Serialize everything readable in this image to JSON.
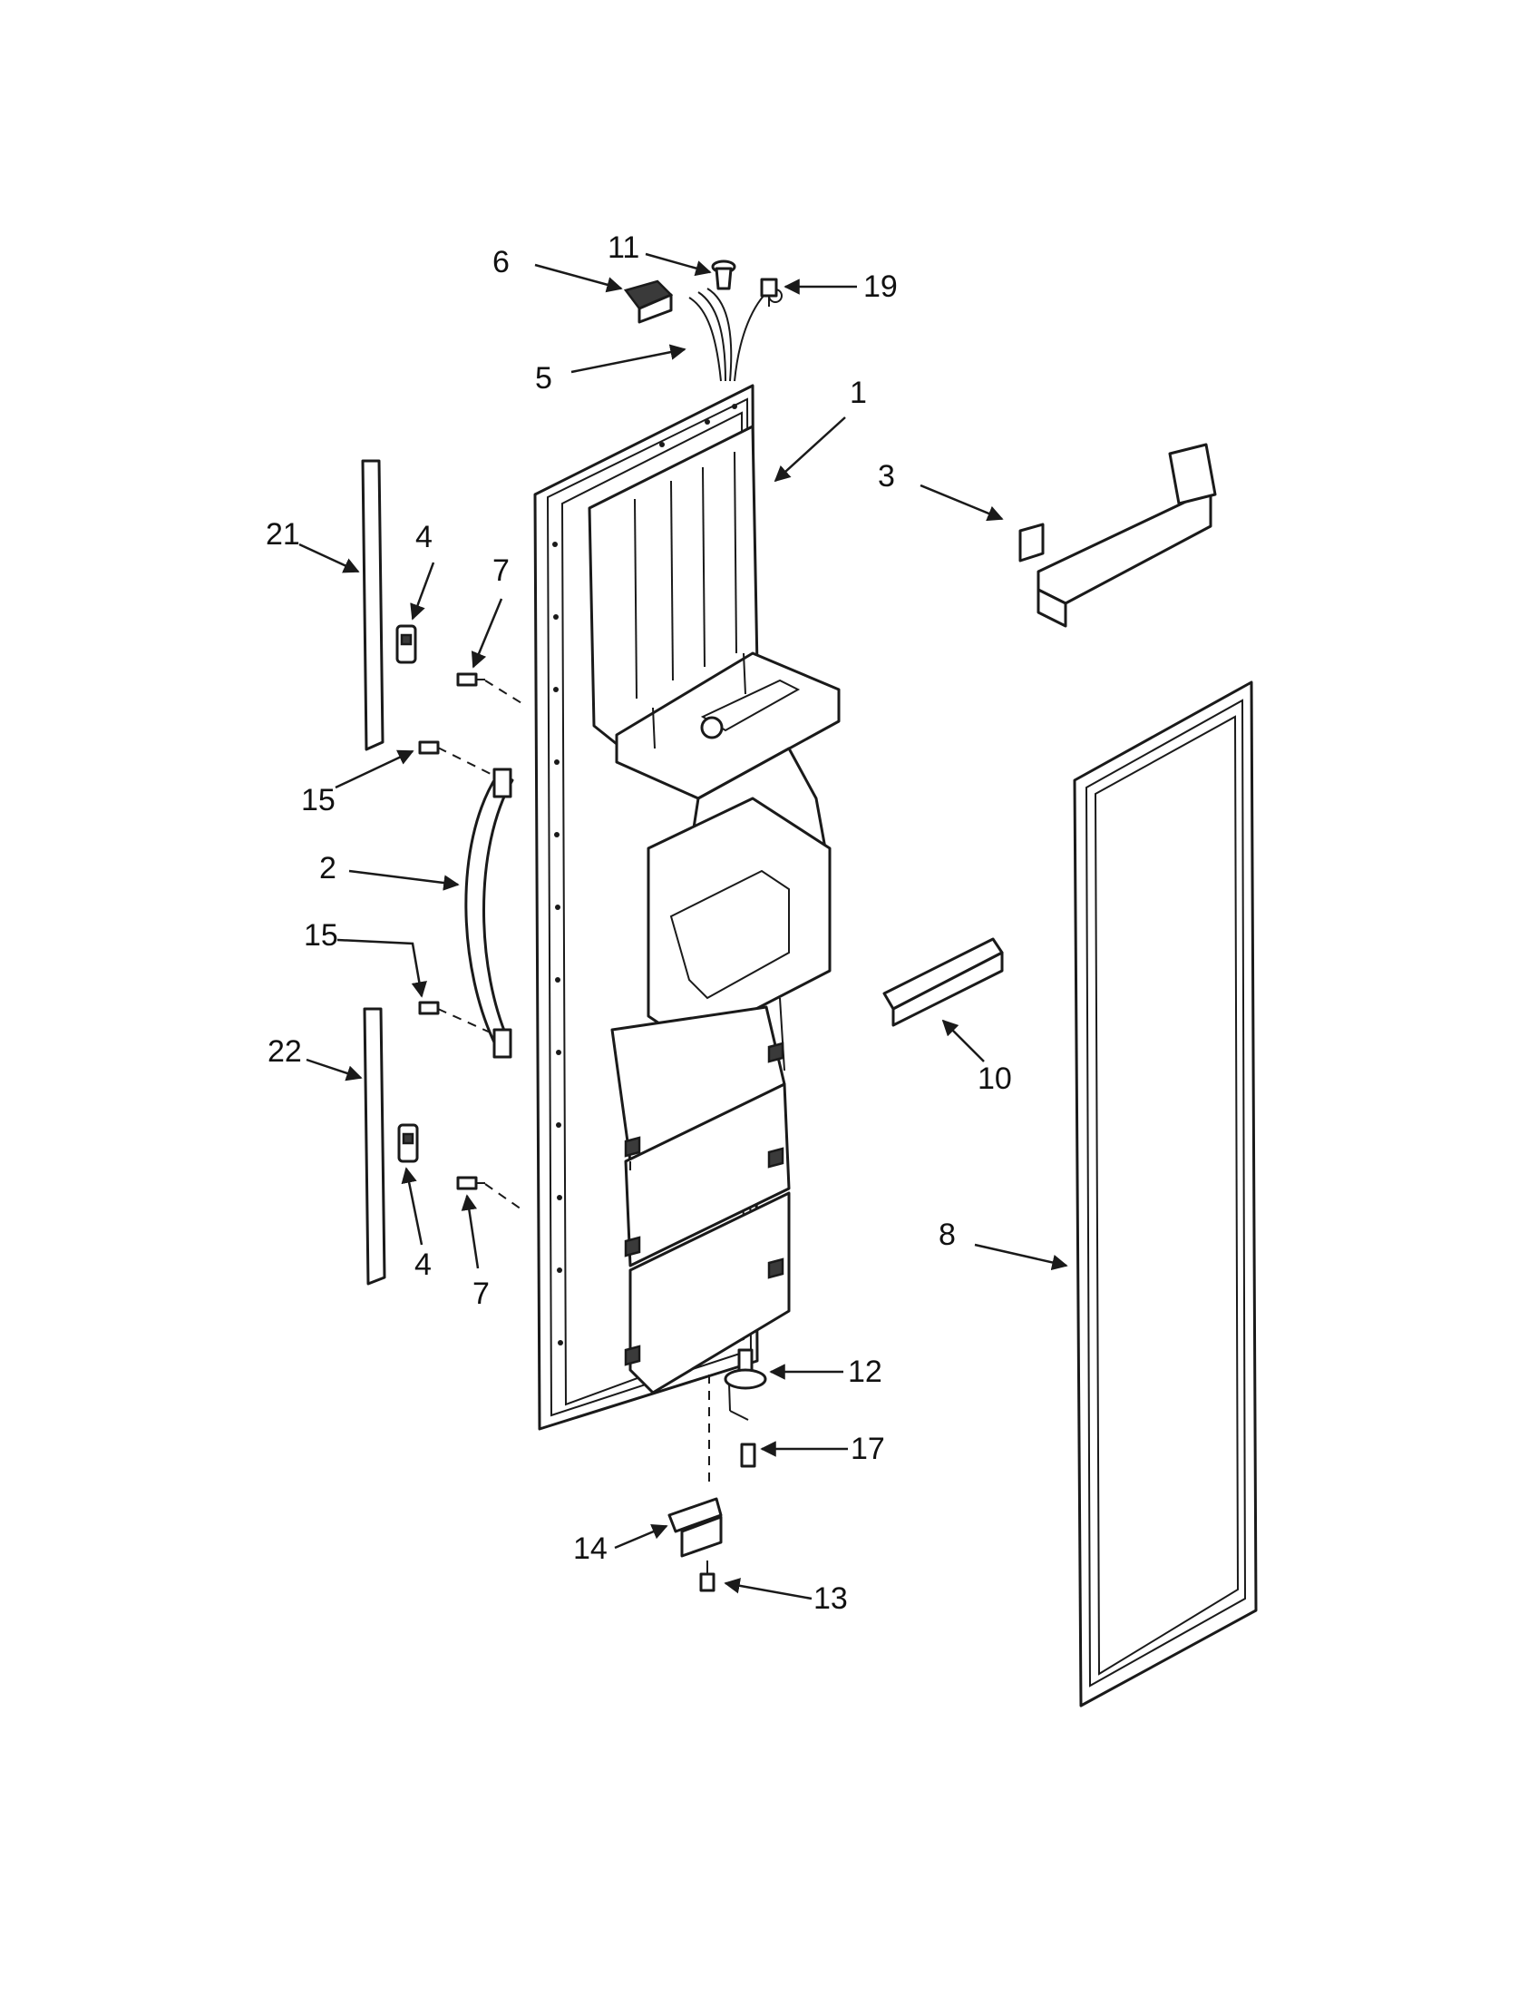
{
  "callouts": [
    {
      "label": "1"
    },
    {
      "label": "2"
    },
    {
      "label": "3"
    },
    {
      "label": "4"
    },
    {
      "label": "4"
    },
    {
      "label": "5"
    },
    {
      "label": "6"
    },
    {
      "label": "7"
    },
    {
      "label": "7"
    },
    {
      "label": "8"
    },
    {
      "label": "10"
    },
    {
      "label": "11"
    },
    {
      "label": "12"
    },
    {
      "label": "13"
    },
    {
      "label": "14"
    },
    {
      "label": "15"
    },
    {
      "label": "15"
    },
    {
      "label": "17"
    },
    {
      "label": "19"
    },
    {
      "label": "21"
    },
    {
      "label": "22"
    }
  ]
}
